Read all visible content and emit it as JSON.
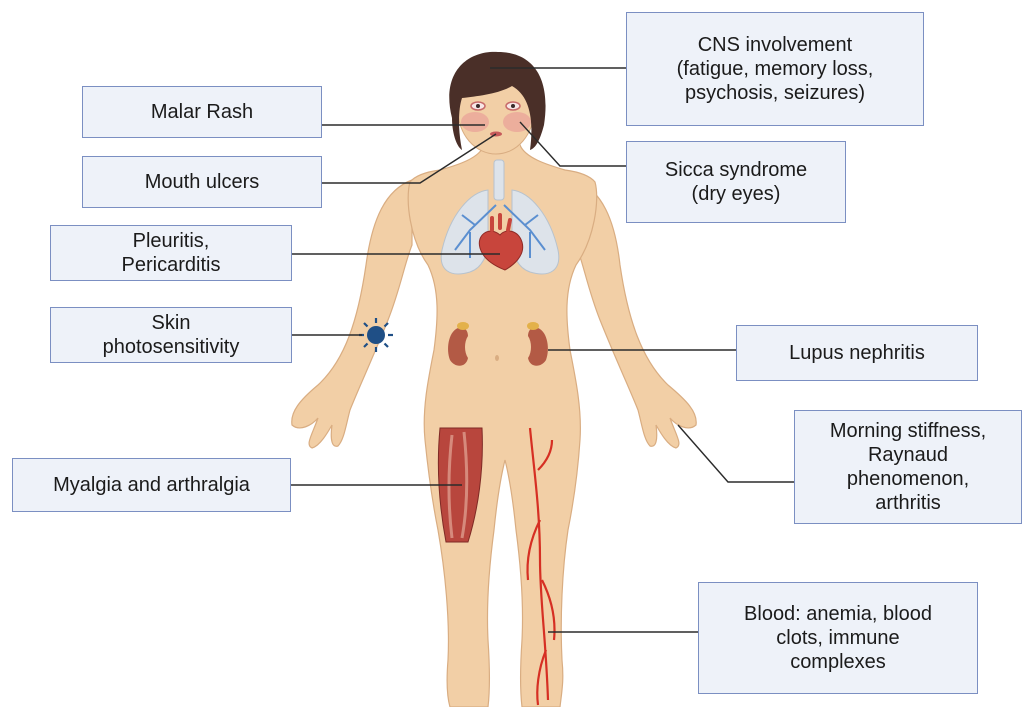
{
  "labels": {
    "cns": "CNS involvement\n(fatigue, memory loss,\npsychosis, seizures)",
    "malar_rash": "Malar Rash",
    "sicca": "Sicca syndrome\n(dry eyes)",
    "mouth_ulcers": "Mouth ulcers",
    "pleuritis": "Pleuritis,\nPericarditis",
    "skin": "Skin\nphotosensitivity",
    "lupus_nephritis": "Lupus nephritis",
    "morning_stiffness": "Morning stiffness,\nRaynaud\nphenomenon,\narthritis",
    "myalgia": "Myalgia and arthralgia",
    "blood": "Blood: anemia, blood\nclots, immune\ncomplexes"
  },
  "colors": {
    "box_fill": "#eef2f9",
    "box_border": "#7b8fc2",
    "skin": "#f2cfa6",
    "hair": "#4a2f28",
    "lungs": "#dde3ea",
    "vessels_blue": "#5b8fd0",
    "heart": "#c8453c",
    "kidney": "#b35a45",
    "muscle": "#b8463d",
    "artery": "#d62f23",
    "sun": "#1f4f86"
  }
}
